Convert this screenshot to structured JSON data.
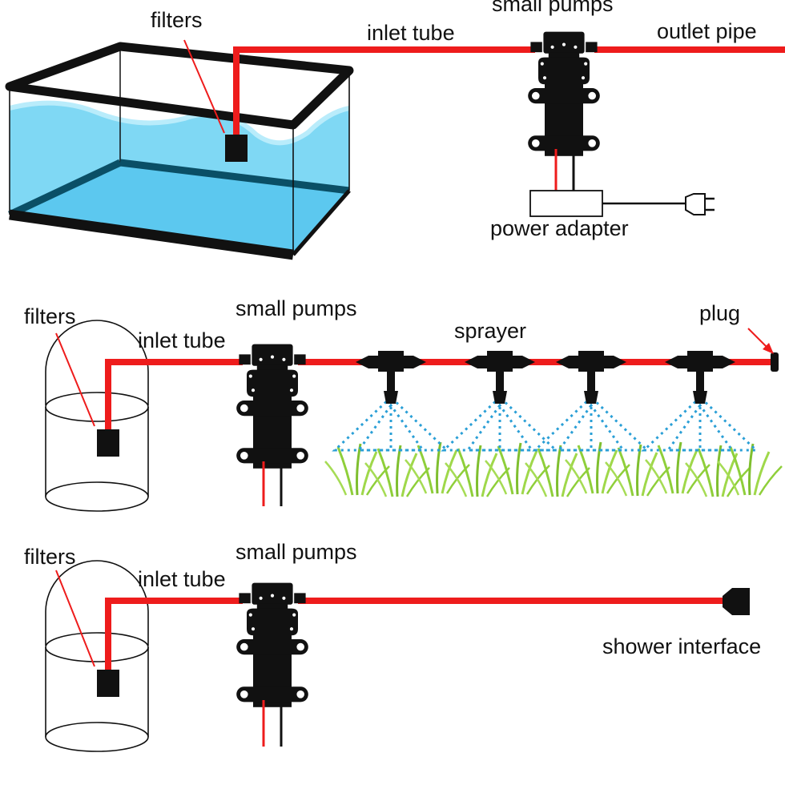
{
  "labels": {
    "s1": {
      "filters": "filters",
      "inlet_tube": "inlet tube",
      "small_pumps": "small pumps",
      "outlet_pipe": "outlet pipe",
      "power_adapter": "power adapter"
    },
    "s2": {
      "filters": "filters",
      "inlet_tube": "inlet tube",
      "small_pumps": "small pumps",
      "sprayer": "sprayer",
      "plug": "plug"
    },
    "s3": {
      "filters": "filters",
      "inlet_tube": "inlet tube",
      "small_pumps": "small pumps",
      "shower_interface": "shower interface"
    }
  },
  "colors": {
    "tube": "#ee1c1c",
    "water": "#7fd8f4",
    "water_deep": "#5cc8ef",
    "spray": "#2a9fd6",
    "grass": "#8fcf3a",
    "outline": "#111111"
  }
}
